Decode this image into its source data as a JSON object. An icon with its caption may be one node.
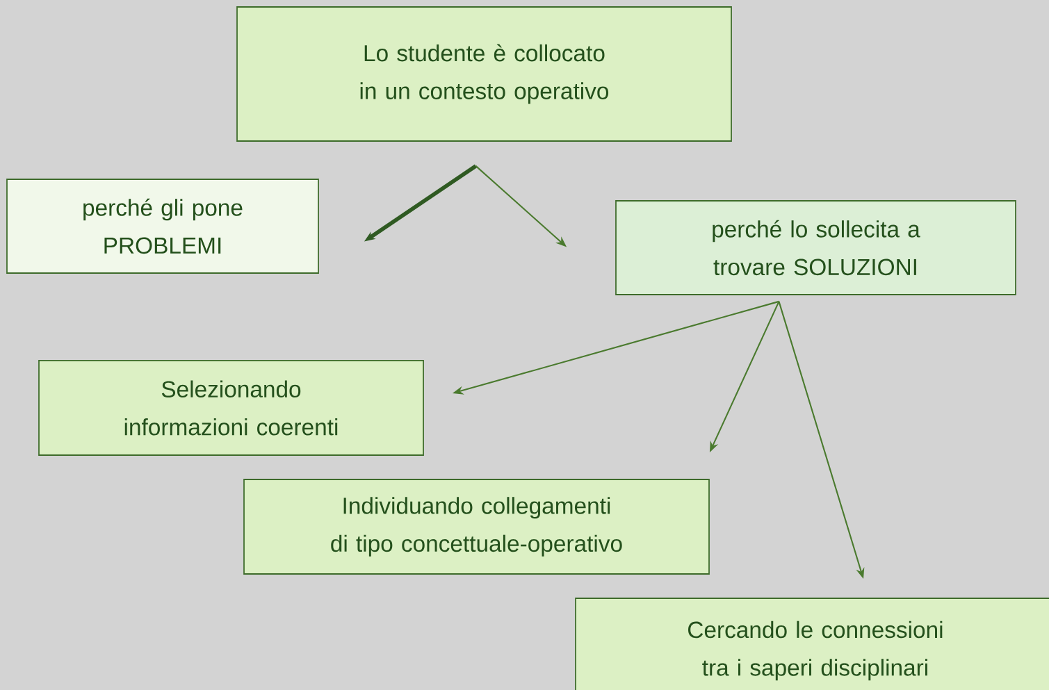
{
  "diagram": {
    "nodes": [
      {
        "text": [
          "Lo studente è collocato in un contesto operativo"
        ]
      },
      {
        "text": [
          "perché gli pone PROBLEMI"
        ]
      },
      {
        "text": [
          "perché lo sollecita a trovare SOLUZIONI"
        ]
      },
      {
        "text": [
          "Selezionando informazioni coerenti"
        ]
      },
      {
        "text": [
          "Individuando collegamenti di tipo concettuale-operativo"
        ]
      },
      {
        "text": [
          "Cercando le connessioni tra i saperi disciplinari"
        ]
      }
    ],
    "edges": [
      {
        "from": 0,
        "to": 1,
        "arrow": "to",
        "style": "thick",
        "color": "#2f5a22"
      },
      {
        "from": 0,
        "to": 2,
        "arrow": "to"
      },
      {
        "from": 2,
        "to": 3,
        "arrow": "to"
      },
      {
        "from": 2,
        "to": 4,
        "arrow": "to"
      },
      {
        "from": 2,
        "to": 5,
        "arrow": "to"
      }
    ]
  }
}
